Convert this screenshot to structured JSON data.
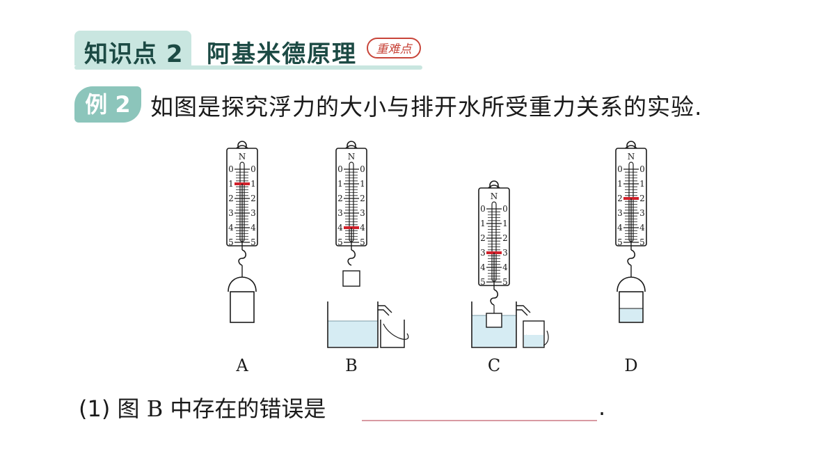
{
  "header": {
    "knowledge_point": "知识点 2",
    "title": "阿基米德原理",
    "stamp": "重难点"
  },
  "example": {
    "badge": "例 2",
    "question": "如图是探究浮力的大小与排开水所受重力关系的实验."
  },
  "figure": {
    "unit": "N",
    "scale_ticks": [
      "0",
      "1",
      "2",
      "3",
      "4",
      "5"
    ],
    "panels": [
      {
        "label": "A",
        "reading": 1.0
      },
      {
        "label": "B",
        "reading": 4.0
      },
      {
        "label": "C",
        "reading": 3.0
      },
      {
        "label": "D",
        "reading": 2.0
      }
    ],
    "colors": {
      "water": "#d6ecf3",
      "pointer": "#d0202a",
      "frame": "#1a1a1a"
    }
  },
  "question1": {
    "prefix": "(1) 图",
    "letter": "B",
    "suffix": "中存在的错误是",
    "end": "."
  }
}
